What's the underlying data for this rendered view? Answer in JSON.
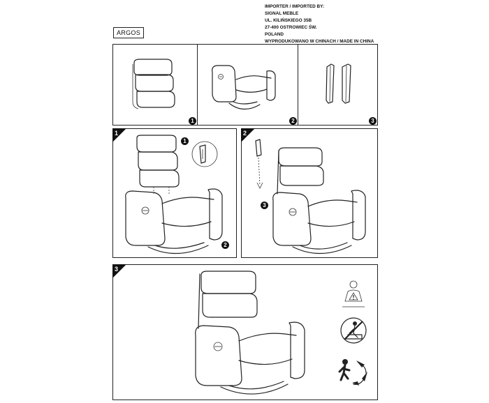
{
  "header": {
    "model_name": "ARGOS",
    "importer_lines": [
      "IMPORTER / IMPORTED BY:",
      "SIGNAL MEBLE",
      "UL. KILIŃSKIEGO 35B",
      "27-400 OSTROWIEC ŚW.",
      "POLAND",
      "WYPRODUKOWANO W CHINACH / MADE IN CHINA"
    ]
  },
  "parts": [
    {
      "number": "1",
      "icon": "backrest-icon"
    },
    {
      "number": "2",
      "icon": "chair-base-icon"
    },
    {
      "number": "3",
      "icon": "side-brackets-icon"
    }
  ],
  "steps": [
    {
      "number": "1",
      "callouts": [
        "1",
        "2"
      ]
    },
    {
      "number": "2",
      "callouts": [
        "3"
      ]
    },
    {
      "number": "3",
      "callouts": []
    }
  ],
  "warning_icons": [
    "no-standing-on-chair-icon",
    "no-climbing-icon",
    "recycle-icon"
  ]
}
